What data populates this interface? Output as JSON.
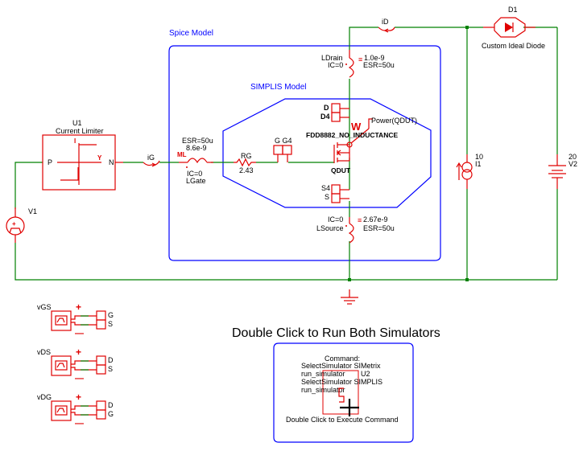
{
  "regions": {
    "spice_model_label": "Spice Model",
    "simplis_model_label": "SIMPLIS Model"
  },
  "components": {
    "U1": {
      "ref": "U1",
      "value": "Current Limiter",
      "pin_p": "P",
      "pin_n": "N",
      "pin_i": "I",
      "pin_y": "Y"
    },
    "V1": {
      "ref": "V1"
    },
    "iG": {
      "label": "iG"
    },
    "iD": {
      "label": "iD"
    },
    "LGate": {
      "ref": "LGate",
      "esr": "ESR=50u",
      "value": "8.6e-9",
      "ic": "IC=0",
      "marker": "ML"
    },
    "RG": {
      "ref": "RG",
      "value": "2.43"
    },
    "gate_ports": {
      "label": "G G4"
    },
    "LDrain": {
      "ref": "LDrain",
      "ic": "IC=0",
      "value": "1.0e-9",
      "esr": "ESR=50u"
    },
    "drain_ports": {
      "d": "D",
      "d4": "D4"
    },
    "QDUT": {
      "ref": "QDUT",
      "model": "FDD8882_NO_INDUCTANCE",
      "probe_marker": "W",
      "probe_label": "Power(QDUT)"
    },
    "source_ports": {
      "s4": "S4",
      "s": "S"
    },
    "LSource": {
      "ref": "LSource",
      "ic": "IC=0",
      "value": "2.67e-9",
      "esr": "ESR=50u"
    },
    "D1": {
      "ref": "D1",
      "value": "Custom Ideal Diode"
    },
    "I1": {
      "ref": "I1",
      "value": "10"
    },
    "V2": {
      "ref": "V2",
      "value": "20"
    }
  },
  "probes": [
    {
      "name": "vGS",
      "pin1": "G",
      "pin2": "S",
      "plus": "+",
      "minus": "—"
    },
    {
      "name": "vDS",
      "pin1": "D",
      "pin2": "S",
      "plus": "+",
      "minus": "—"
    },
    {
      "name": "vDG",
      "pin1": "D",
      "pin2": "G",
      "plus": "+",
      "minus": "—"
    }
  ],
  "command_block": {
    "title": "Double Click to Run Both Simulators",
    "header": "Command:",
    "lines": [
      "SelectSimulator SIMetrix",
      "run_simulator",
      "SelectSimulator SIMPLIS",
      "run_simulator"
    ],
    "ref": "U2",
    "footer": "Double Click to Execute Command"
  },
  "colors": {
    "wire": "#008000",
    "component": "#e00000",
    "region": "#0000ff",
    "text": "#000000"
  }
}
